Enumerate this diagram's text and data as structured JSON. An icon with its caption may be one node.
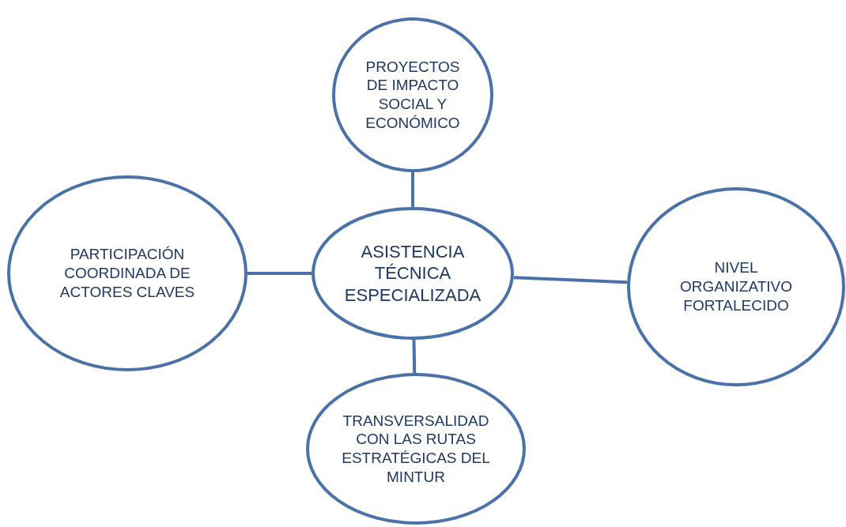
{
  "diagram": {
    "nodes": [
      {
        "text": [
          "PROYECTOS DE IMPACTO SOCIAL Y ECONÓMICO"
        ]
      },
      {
        "text": [
          "PARTICIPACIÓN COORDINADA DE ACTORES CLAVES"
        ]
      },
      {
        "text": [
          "ASISTENCIA TÉCNICA ESPECIALIZADA"
        ]
      },
      {
        "text": [
          "NIVEL ORGANIZATIVO FORTALECIDO"
        ]
      },
      {
        "text": [
          "TRANSVERSALIDAD CON LAS RUTAS ESTRATÉGICAS DEL MINTUR"
        ]
      }
    ],
    "edges": [
      {
        "from": 2,
        "to": 0,
        "arrow": "none"
      },
      {
        "from": 2,
        "to": 1,
        "arrow": "none"
      },
      {
        "from": 2,
        "to": 3,
        "arrow": "none"
      },
      {
        "from": 2,
        "to": 4,
        "arrow": "none"
      }
    ]
  }
}
